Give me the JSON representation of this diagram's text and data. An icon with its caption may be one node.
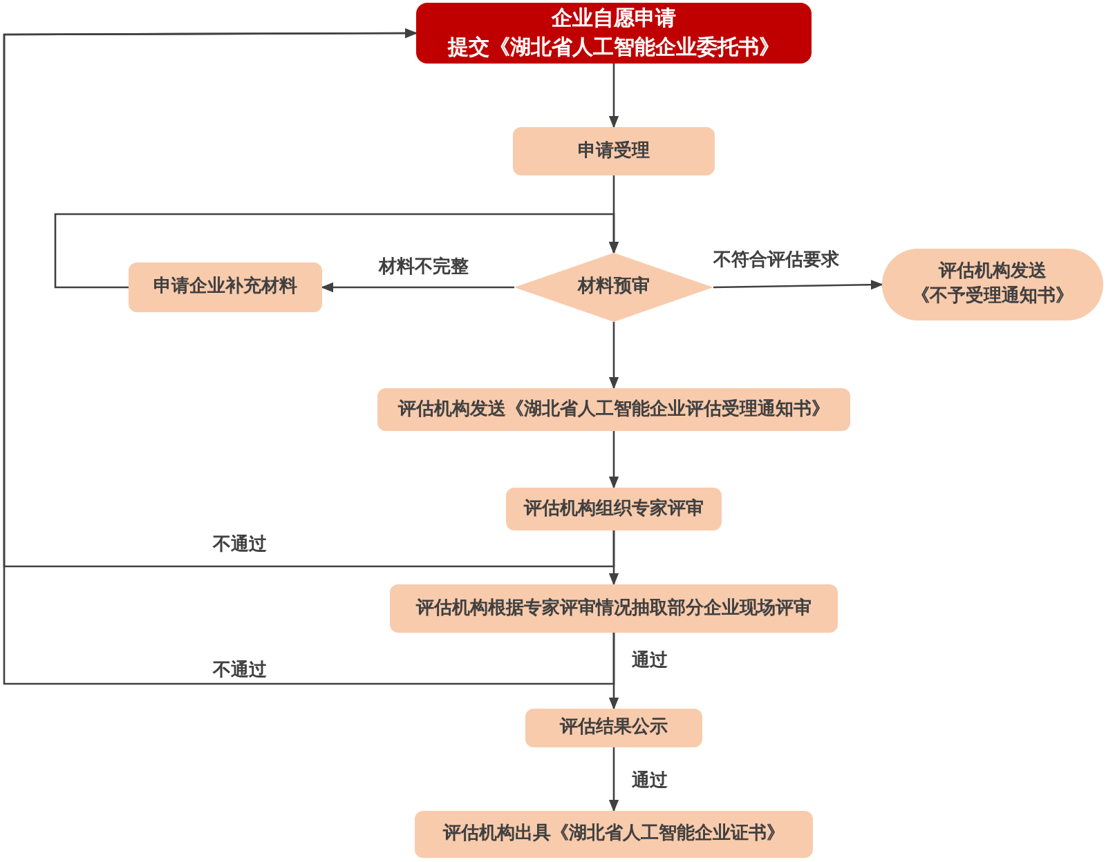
{
  "diagram": {
    "nodes": [
      {
        "text": [
          "企业自愿申请",
          "提交《湖北省人工智能企业委托书》"
        ]
      },
      {
        "text": [
          "申请受理"
        ]
      },
      {
        "text": [
          "材料预审"
        ]
      },
      {
        "text": [
          "申请企业补充材料"
        ]
      },
      {
        "text": [
          "评估机构发送",
          "《不予受理通知书》"
        ]
      },
      {
        "text": [
          "评估机构发送《湖北省人工智能企业评估受理通知书》"
        ]
      },
      {
        "text": [
          "评估机构组织专家评审"
        ]
      },
      {
        "text": [
          "评估机构根据专家评审情况抽取部分企业现场评审"
        ]
      },
      {
        "text": [
          "评估结果公示"
        ]
      },
      {
        "text": [
          "评估机构出具《湖北省人工智能企业证书》"
        ]
      }
    ],
    "edges": [
      {
        "from": 0,
        "to": 1,
        "arrow": "to"
      },
      {
        "from": 1,
        "to": 2,
        "arrow": "to"
      },
      {
        "from": 2,
        "to": 3,
        "arrow": "to",
        "label": "材料不完整"
      },
      {
        "from": 2,
        "to": 4,
        "arrow": "to",
        "label": "不符合评估要求"
      },
      {
        "from": 3,
        "to": 2,
        "arrow": "to"
      },
      {
        "from": 2,
        "to": 5,
        "arrow": "to"
      },
      {
        "from": 5,
        "to": 6,
        "arrow": "to"
      },
      {
        "from": 6,
        "to": 7,
        "arrow": "to"
      },
      {
        "from": 7,
        "to": 8,
        "arrow": "to",
        "label": "通过"
      },
      {
        "from": 8,
        "to": 9,
        "arrow": "to",
        "label": "通过"
      },
      {
        "from": 6,
        "to": 0,
        "arrow": "to",
        "label": "不通过"
      },
      {
        "from": 7,
        "to": 0,
        "arrow": "to",
        "label": "不通过"
      }
    ]
  }
}
